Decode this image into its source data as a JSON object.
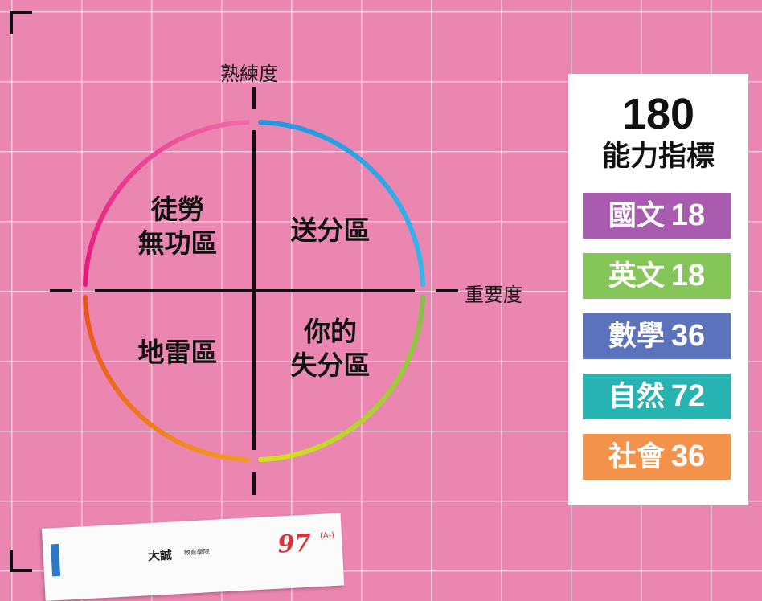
{
  "diagram": {
    "y_axis_label": "熟練度",
    "x_axis_label": "重要度",
    "quadrants": {
      "top_left": [
        "徒勞",
        "無功區"
      ],
      "top_right": [
        "送分區"
      ],
      "bottom_left": [
        "地雷區"
      ],
      "bottom_right": [
        "你的",
        "失分區"
      ]
    },
    "arc_colors": {
      "top_right": [
        "#2196e0",
        "#35b8ec"
      ],
      "bottom_right": [
        "#7fc243",
        "#d8e21a"
      ],
      "bottom_left": [
        "#f39a1e",
        "#e8521f"
      ],
      "top_left": [
        "#e6177e",
        "#ef6aa8"
      ]
    }
  },
  "panel": {
    "number": "180",
    "title": "能力指標",
    "subjects": [
      {
        "name": "國文",
        "count": "18",
        "color": "#a95bb0"
      },
      {
        "name": "英文",
        "count": "18",
        "color": "#86c55a"
      },
      {
        "name": "數學",
        "count": "36",
        "color": "#5b72bd"
      },
      {
        "name": "自然",
        "count": "72",
        "color": "#27b3b2"
      },
      {
        "name": "社會",
        "count": "36",
        "color": "#f3924a"
      }
    ]
  },
  "paper": {
    "brand": "大誠",
    "brand_sub": "教育學院",
    "score": "97",
    "score_note": "(A-)"
  }
}
